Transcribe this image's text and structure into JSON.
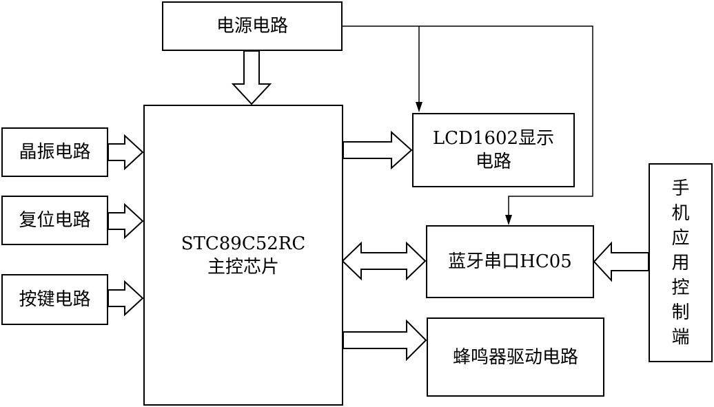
{
  "blocks": {
    "power": "电源电路",
    "crystal": "晶振电路",
    "reset": "复位电路",
    "keys": "按键电路",
    "mcu_line1": "STC89C52RC",
    "mcu_line2": "主控芯片",
    "lcd_line1": "LCD1602显示",
    "lcd_line2": "电路",
    "bluetooth": "蓝牙串口HC05",
    "buzzer": "蜂鸣器驱动电路",
    "phone_chars": [
      "手",
      "机",
      "应",
      "用",
      "控",
      "制",
      "端"
    ]
  }
}
